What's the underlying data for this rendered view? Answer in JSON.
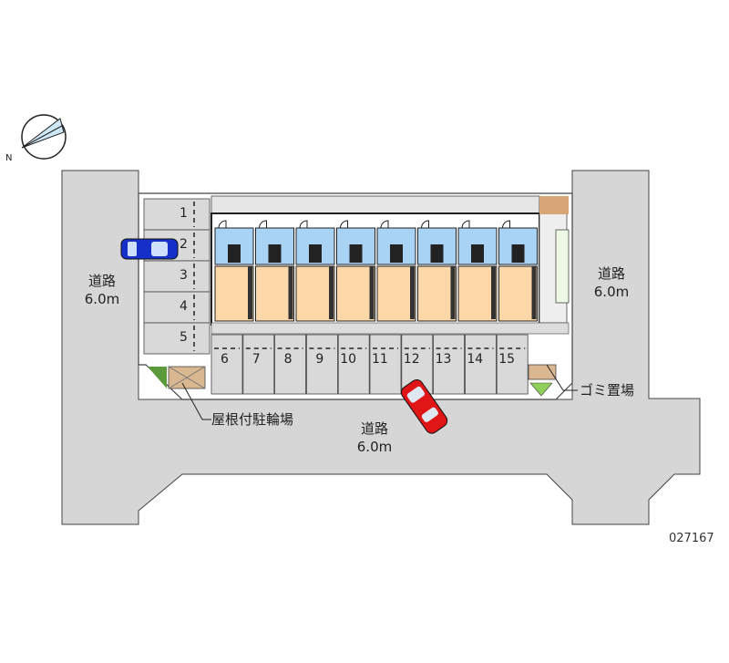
{
  "roads": {
    "left": {
      "name": "道路",
      "width": "6.0m"
    },
    "right": {
      "name": "道路",
      "width": "6.0m"
    },
    "bottom": {
      "name": "道路",
      "width": "6.0m"
    }
  },
  "parking": {
    "left_column": [
      "1",
      "2",
      "3",
      "4",
      "5"
    ],
    "bottom_row": [
      "6",
      "7",
      "8",
      "9",
      "10",
      "11",
      "12",
      "13",
      "14",
      "15"
    ]
  },
  "labels": {
    "bicycle_parking": "屋根付駐輪場",
    "garbage": "ゴミ置場"
  },
  "building": {
    "units": 8
  },
  "property_code": "027167",
  "colors": {
    "road": "#d6d6d6",
    "wet_area": "#a9d3f5",
    "room": "#fcd7a8",
    "blue_car": "#1530c8",
    "red_car": "#e01515"
  }
}
